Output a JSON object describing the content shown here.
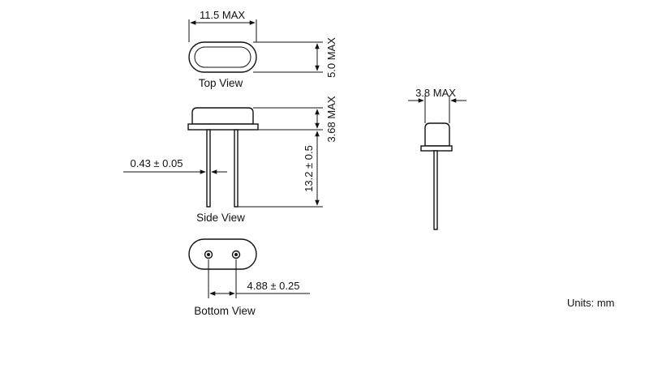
{
  "views": {
    "top_label": "Top View",
    "side_label": "Side View",
    "bottom_label": "Bottom View"
  },
  "dimensions": {
    "width_max": "11.5 MAX",
    "height_max": "5.0 MAX",
    "body_height_max": "3.68 MAX",
    "lead_length": "13.2 ± 0.5",
    "lead_diameter": "0.43 ± 0.05",
    "lead_spacing": "4.88 ± 0.25",
    "thickness_max": "3.8 MAX"
  },
  "units_note": "Units: mm",
  "colors": {
    "line": "#111111",
    "background": "#ffffff"
  }
}
